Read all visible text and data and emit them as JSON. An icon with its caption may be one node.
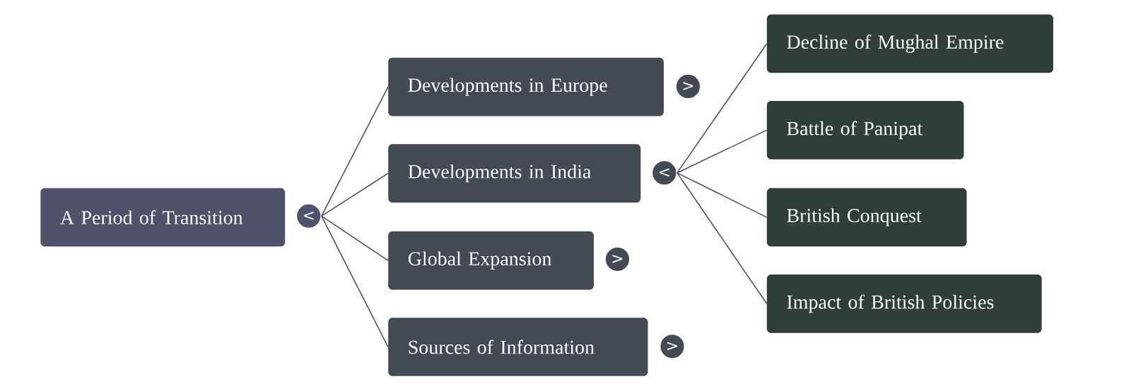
{
  "diagram": {
    "nodes": [
      {
        "text": [
          "A Period of Transition"
        ]
      },
      {
        "text": [
          "<"
        ]
      },
      {
        "text": [
          "Developments in Europe"
        ]
      },
      {
        "text": [
          ">"
        ]
      },
      {
        "text": [
          "Developments in India"
        ]
      },
      {
        "text": [
          "<"
        ]
      },
      {
        "text": [
          "Global Expansion"
        ]
      },
      {
        "text": [
          ">"
        ]
      },
      {
        "text": [
          "Sources of Information"
        ]
      },
      {
        "text": [
          ">"
        ]
      },
      {
        "text": [
          "Decline of Mughal Empire"
        ]
      },
      {
        "text": [
          "Battle of Panipat"
        ]
      },
      {
        "text": [
          "British Conquest"
        ]
      },
      {
        "text": [
          "Impact of British Policies"
        ]
      }
    ],
    "edges": [
      {
        "from": 1,
        "to": 2,
        "arrow": "none"
      },
      {
        "from": 1,
        "to": 4,
        "arrow": "none"
      },
      {
        "from": 1,
        "to": 6,
        "arrow": "none"
      },
      {
        "from": 1,
        "to": 8,
        "arrow": "none"
      },
      {
        "from": 5,
        "to": 10,
        "arrow": "none"
      },
      {
        "from": 5,
        "to": 11,
        "arrow": "none"
      },
      {
        "from": 5,
        "to": 12,
        "arrow": "none"
      },
      {
        "from": 5,
        "to": 13,
        "arrow": "none"
      }
    ]
  }
}
